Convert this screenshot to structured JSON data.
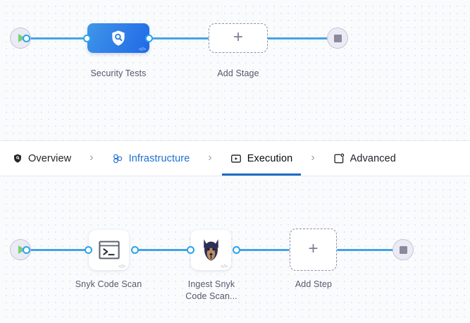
{
  "canvas": {
    "stage_graph": {
      "start_node": {
        "icon": "play-icon",
        "title": "Pipeline Start"
      },
      "end_node": {
        "icon": "stop-icon",
        "title": "Pipeline End"
      },
      "nodes": [
        {
          "id": "security-tests",
          "label": "Security Tests",
          "icon": "shield-search-icon",
          "badge": "</>",
          "type": "stage",
          "selected": true
        },
        {
          "id": "add-stage",
          "label": "Add Stage",
          "icon": "plus-icon",
          "type": "add"
        }
      ]
    },
    "step_graph": {
      "start_node": {
        "icon": "play-icon",
        "title": "Stage Start"
      },
      "end_node": {
        "icon": "stop-icon",
        "title": "Stage End"
      },
      "nodes": [
        {
          "id": "snyk-code-scan",
          "label": "Snyk Code Scan",
          "icon": "terminal-icon",
          "badge": "</>",
          "type": "step"
        },
        {
          "id": "ingest-snyk-code-scan",
          "label_line1": "Ingest Snyk",
          "label_line2": "Code Scan...",
          "icon": "snyk-doberman-icon",
          "badge": "</>",
          "type": "step"
        },
        {
          "id": "add-step",
          "label": "Add Step",
          "icon": "plus-icon",
          "type": "add"
        }
      ]
    }
  },
  "tab_bar": {
    "separator": "›",
    "active_tab": "execution",
    "accent_color": "#1b6cc4",
    "link_color": "#1d70d0",
    "tabs": [
      {
        "id": "overview",
        "label": "Overview",
        "icon": "shield-icon",
        "state": "default"
      },
      {
        "id": "infrastructure",
        "label": "Infrastructure",
        "icon": "cluster-icon",
        "state": "link"
      },
      {
        "id": "execution",
        "label": "Execution",
        "icon": "play-box-icon",
        "state": "active"
      },
      {
        "id": "advanced",
        "label": "Advanced",
        "icon": "settings-box-icon",
        "state": "default"
      }
    ]
  }
}
